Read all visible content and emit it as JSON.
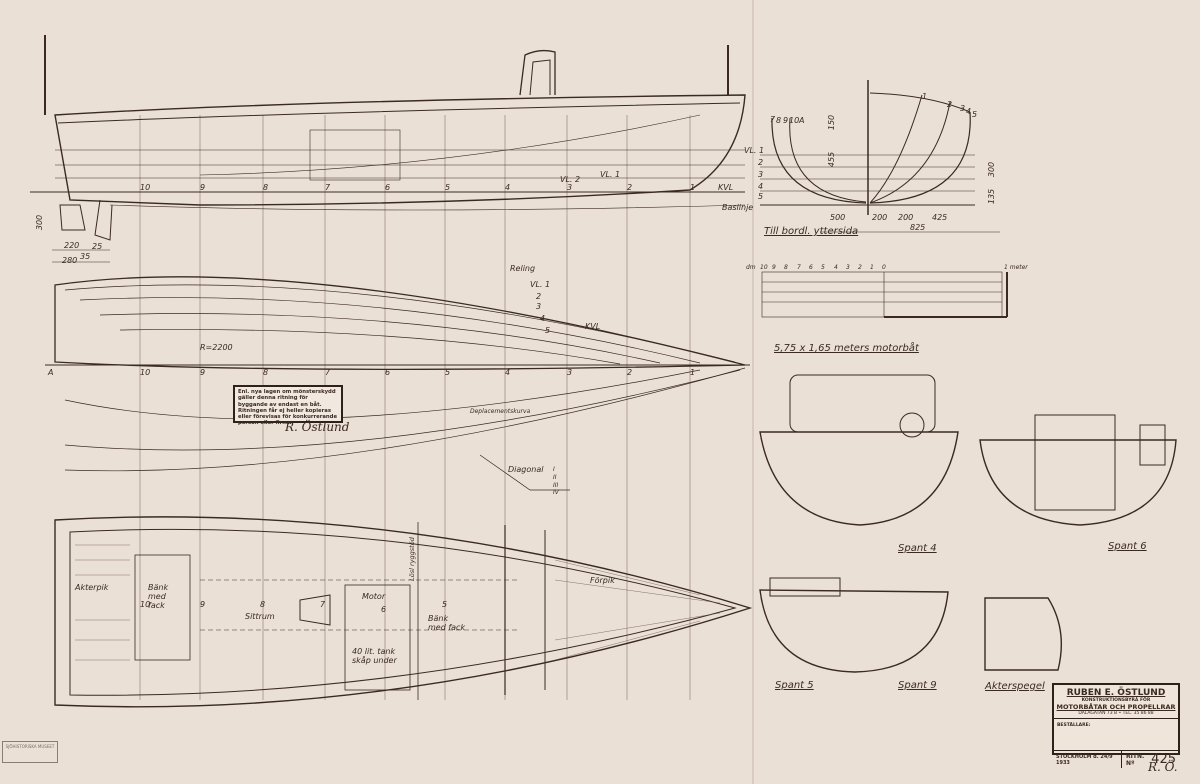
{
  "title": "5,75 x 1,65 meters motorbåt",
  "profile": {
    "waterlines": [
      "VL. 1",
      "VL. 2",
      "KVL"
    ],
    "stations": [
      "10",
      "9",
      "8",
      "7",
      "6",
      "5",
      "4",
      "3",
      "2",
      "1"
    ],
    "dims": [
      "300",
      "220",
      "35",
      "25",
      "280"
    ]
  },
  "body_plan": {
    "waterline_labels": [
      "VL. 1",
      "2",
      "3",
      "4",
      "5"
    ],
    "base_label": "Baslinje",
    "frame_labels": [
      "7",
      "8",
      "9",
      "10",
      "A",
      "1",
      "2",
      "3",
      "4",
      "5"
    ],
    "dims": [
      "500",
      "200",
      "200",
      "425",
      "825",
      "300",
      "135",
      "150",
      "455"
    ],
    "note": "Till bordl. yttersida"
  },
  "scale": {
    "unit_label": "dm",
    "ticks": [
      "10",
      "9",
      "8",
      "7",
      "6",
      "5",
      "4",
      "3",
      "2",
      "1",
      "0"
    ],
    "end_label": "1 meter"
  },
  "half_breadth": {
    "labels": [
      "Reling",
      "VL. 1",
      "2",
      "3",
      "4",
      "5",
      "KVL"
    ],
    "radius": "R=2200"
  },
  "diagonals": {
    "stations": [
      "A",
      "10",
      "9",
      "8",
      "7",
      "6",
      "5",
      "4",
      "3",
      "2",
      "1"
    ],
    "label": "Deplacementskurva",
    "diagonal_label": "Diagonal",
    "diagonal_numbers": [
      "I",
      "II",
      "III",
      "IV"
    ]
  },
  "stamp": {
    "text": "Enl. nya lagen om mönsterskydd gäller denna ritning för byggande av endast en båt. Ritningen får ej heller kopieras eller förevisas för konkurrerande person eller firma.",
    "signature": "R. Östlund"
  },
  "deck_plan": {
    "labels": [
      "Akterpik",
      "Bänk med fack",
      "Sittrum",
      "Motor",
      "Lösl ryggstöd",
      "Bänk med fack",
      "Förpik",
      "40 lit. tank skåp under"
    ],
    "stations": [
      "10",
      "9",
      "8",
      "7",
      "6",
      "5"
    ]
  },
  "sections": [
    "Spant 4",
    "Spant 6",
    "Spant 5",
    "Spant 9",
    "Akterspegel"
  ],
  "title_block": {
    "name": "RUBEN E. ÖSTLUND",
    "subtitle": "KONSTRUKTIONSBYRÅ FÖR",
    "main": "MOTORBÅTAR OCH PROPELLRAR",
    "address": "DALAGATAN 73 B  •  TEL. 35 86 88",
    "client_label": "BESTÄLLARE:",
    "place_date": "STOCKHOLM d. 24/9 1933",
    "drawing_label": "RITN. Nº",
    "drawing_no": "425",
    "initials": "R. Ö."
  },
  "archive_stamp": "SJÖHISTORISKA MUSEET"
}
